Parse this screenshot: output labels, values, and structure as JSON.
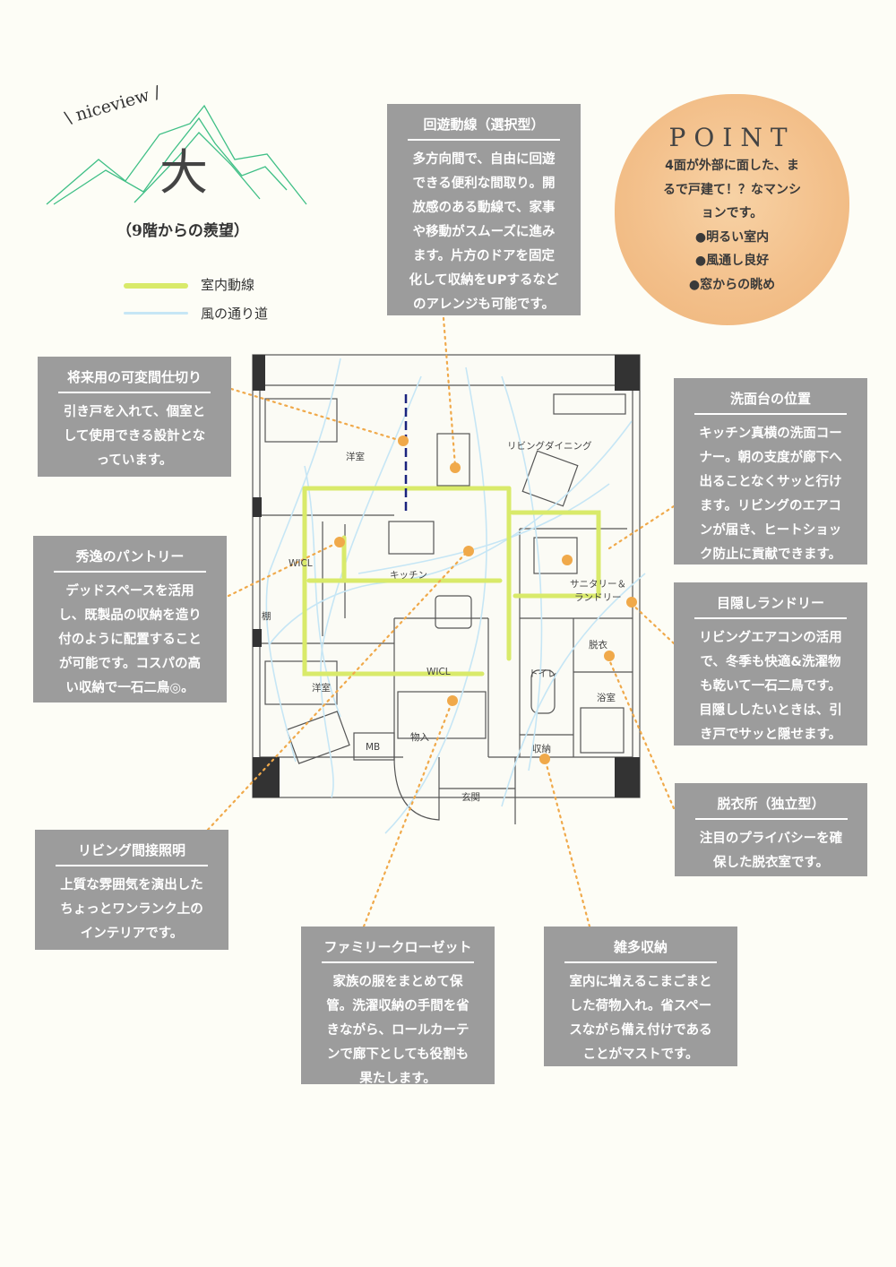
{
  "brand": {
    "logo_text": "\\ niceview /",
    "kanji": "大",
    "subtitle": "（9階からの羨望）"
  },
  "legend": [
    {
      "label": "室内動線",
      "color": "#d9ea6a"
    },
    {
      "label": "風の通り道",
      "color": "#c6e6f5"
    }
  ],
  "point": {
    "title": "POINT",
    "lines": [
      "4面が外部に面した、ま",
      "るで戸建て！？なマンシ",
      "ョンです。",
      "●明るい室内",
      "●風通し良好",
      "●窓からの眺め"
    ]
  },
  "plan_labels": {
    "youshitsu_top": "洋室",
    "living": "リビングダイニング",
    "wicl_left": "WICL",
    "kitchen": "キッチン",
    "sanitary_1": "サニタリー＆",
    "sanitary_2": "ランドリー",
    "tana": "棚",
    "datsui": "脱衣",
    "toilet": "トイレ",
    "yokushitsu": "浴室",
    "youshitsu_bottom": "洋室",
    "wicl_bottom": "WICL",
    "mb": "MB",
    "monoire": "物入",
    "shuno": "収納",
    "genkan": "玄関"
  },
  "cards": {
    "kaiyu": {
      "title": "回遊動線（選択型）",
      "lines": [
        "多方向間で、自由に回遊",
        "できる便利な間取り。開",
        "放感のある動線で、家事",
        "や移動がスムーズに進み",
        "ます。片方のドアを固定",
        "化して収納をUPするなど",
        "のアレンジも可能です。"
      ]
    },
    "shorai": {
      "title": "将来用の可変間仕切り",
      "lines": [
        "引き戸を入れて、個室と",
        "して使用できる設計とな",
        "っています。"
      ]
    },
    "pantry": {
      "title": "秀逸のパントリー",
      "lines": [
        "デッドスペースを活用",
        "し、既製品の収納を造り",
        "付のように配置すること",
        "が可能です。コスパの高",
        "い収納で一石二鳥◎。"
      ]
    },
    "senmen": {
      "title": "洗面台の位置",
      "lines": [
        "キッチン真横の洗面コー",
        "ナー。朝の支度が廊下へ",
        "出ることなくサッと行け",
        "ます。リビングのエアコ",
        "ンが届き、ヒートショッ",
        "ク防止に貢献できます。"
      ]
    },
    "laundry": {
      "title": "目隠しランドリー",
      "lines": [
        "リビングエアコンの活用",
        "で、冬季も快適&洗濯物",
        "も乾いて一石二鳥です。",
        "目隠ししたいときは、引",
        "き戸でサッと隠せます。"
      ]
    },
    "datsuijo": {
      "title": "脱衣所（独立型）",
      "lines": [
        "注目のプライバシーを確",
        "保した脱衣室です。"
      ]
    },
    "shomei": {
      "title": "リビング間接照明",
      "lines": [
        "上質な雰囲気を演出した",
        "ちょっとワンランク上の",
        "インテリアです。"
      ]
    },
    "family": {
      "title": "ファミリークローゼット",
      "lines": [
        "家族の服をまとめて保",
        "管。洗濯収納の手間を省",
        "きながら、ロールカーテ",
        "ンで廊下としても役割も",
        "果たします。"
      ]
    },
    "zatta": {
      "title": "雑多収納",
      "lines": [
        "室内に増えるこまごまと",
        "した荷物入れ。省スペー",
        "スながら備え付けである",
        "ことがマストです。"
      ]
    }
  },
  "colors": {
    "card_bg": "#9c9c9c",
    "accent_orange": "#f0a94a",
    "flow_green": "#d9ea6a",
    "wind_blue": "#c6e6f5",
    "partition_blue": "#1a237e"
  }
}
